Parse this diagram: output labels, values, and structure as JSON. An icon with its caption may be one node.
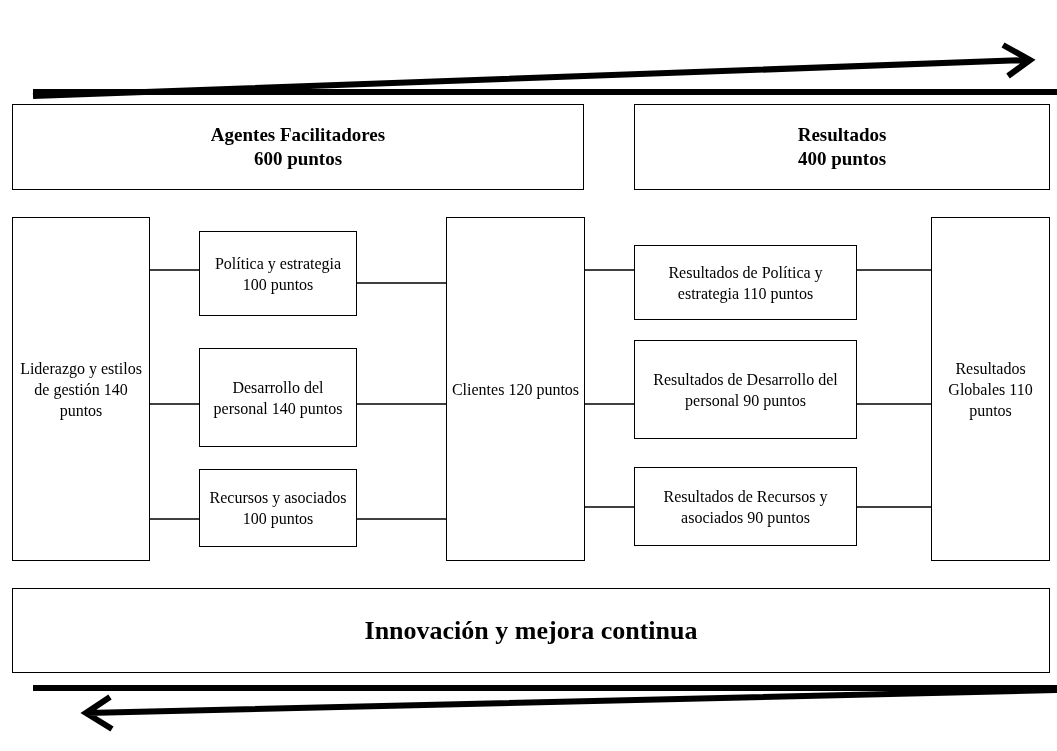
{
  "diagram": {
    "nodes": [
      {
        "text": [
          "Agentes Facilitadores",
          "600 puntos"
        ]
      },
      {
        "text": [
          "Resultados",
          "400 puntos"
        ]
      },
      {
        "text": [
          "Liderazgo y estilos de gestión 140 puntos"
        ]
      },
      {
        "text": [
          "Política y estrategia 100 puntos"
        ]
      },
      {
        "text": [
          "Desarrollo del personal 140 puntos"
        ]
      },
      {
        "text": [
          "Recursos y asociados 100 puntos"
        ]
      },
      {
        "text": [
          "Clientes 120 puntos"
        ]
      },
      {
        "text": [
          "Resultados de Política y estrategia 110 puntos"
        ]
      },
      {
        "text": [
          "Resultados de Desarrollo del personal 90 puntos"
        ]
      },
      {
        "text": [
          "Resultados de Recursos y asociados 90 puntos"
        ]
      },
      {
        "text": [
          "Resultados Globales 110 puntos"
        ]
      },
      {
        "text": [
          "Innovación y mejora continua"
        ]
      }
    ],
    "edges": [
      {
        "from": 2,
        "to": 3,
        "arrow": "none"
      },
      {
        "from": 2,
        "to": 4,
        "arrow": "none"
      },
      {
        "from": 2,
        "to": 5,
        "arrow": "none"
      },
      {
        "from": 3,
        "to": 6,
        "arrow": "none"
      },
      {
        "from": 4,
        "to": 6,
        "arrow": "none"
      },
      {
        "from": 5,
        "to": 6,
        "arrow": "none"
      },
      {
        "from": 6,
        "to": 7,
        "arrow": "none"
      },
      {
        "from": 6,
        "to": 8,
        "arrow": "none"
      },
      {
        "from": 6,
        "to": 9,
        "arrow": "none"
      },
      {
        "from": 7,
        "to": 10,
        "arrow": "none"
      },
      {
        "from": 8,
        "to": 10,
        "arrow": "none"
      },
      {
        "from": 9,
        "to": 10,
        "arrow": "none"
      }
    ]
  }
}
